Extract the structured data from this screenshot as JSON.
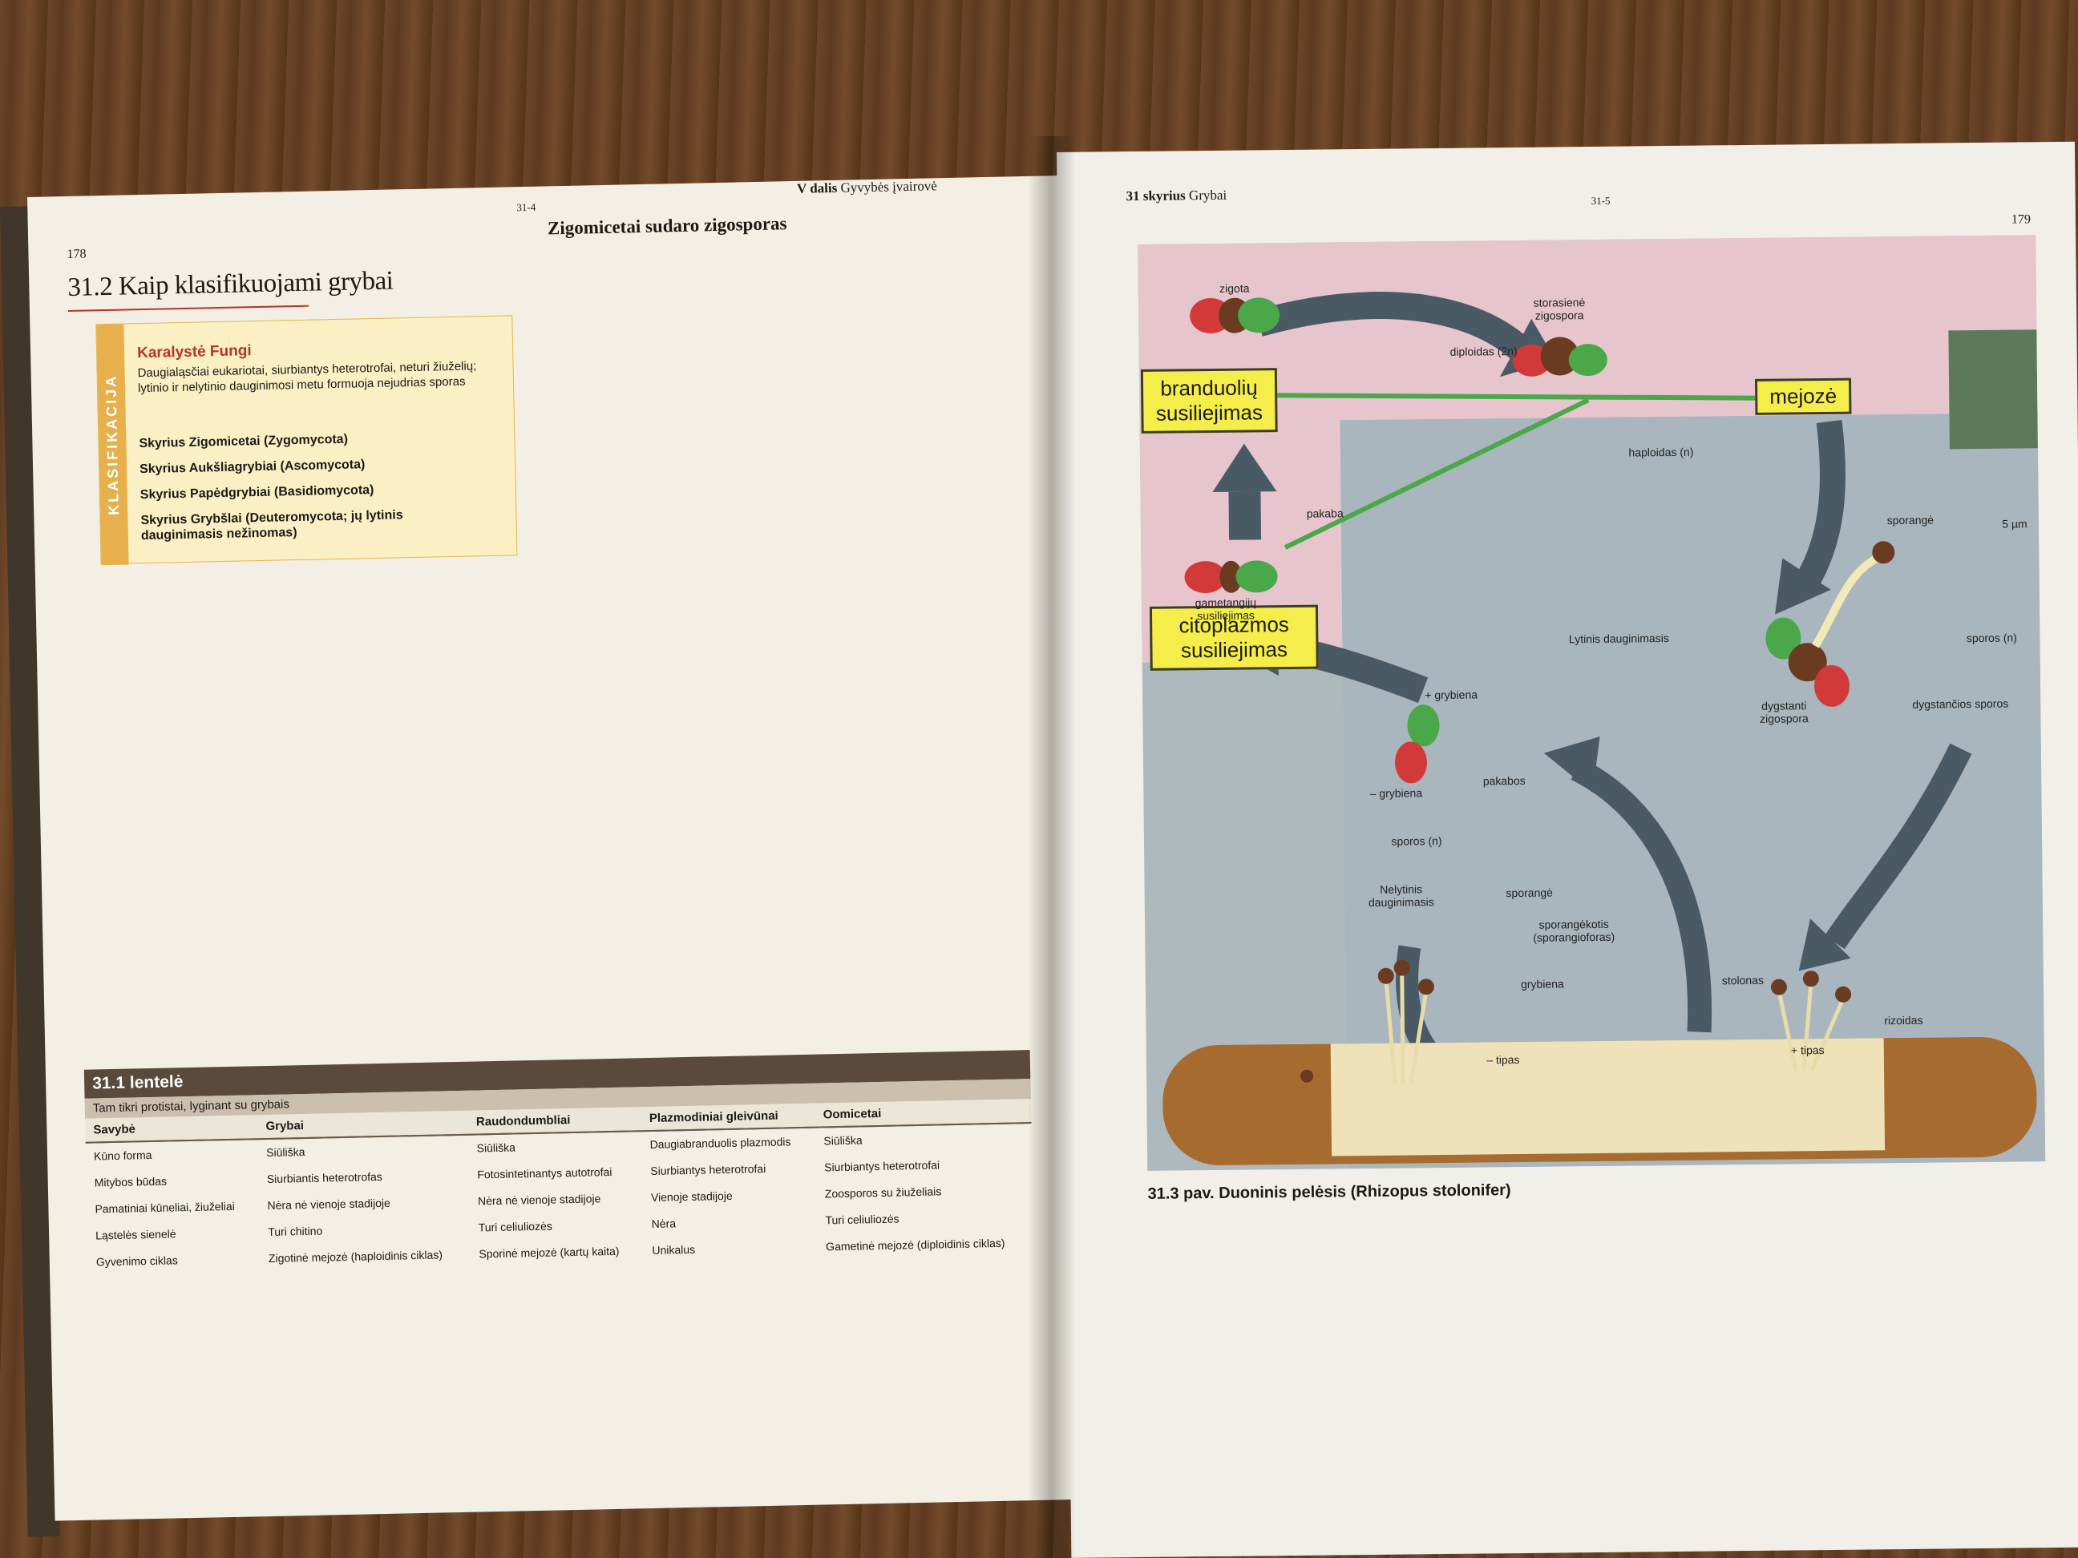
{
  "left_page": {
    "page_number": "178",
    "code": "31-4",
    "running_head": {
      "part": "V dalis",
      "title": "Gyvybės įvairovė"
    },
    "section_title": "31.2 Kaip klasifikuojami grybai",
    "classification": {
      "label": "KLASIFIKACIJA",
      "kingdom": "Karalystė Fungi",
      "description": "Daugialąsčiai eukariotai, siurbiantys heterotrofai, neturi žiuželių; lytinio ir nelytinio dauginimosi metu formuoja nejudrias sporas",
      "items": [
        "Skyrius Zigomicetai (Zygomycota)",
        "Skyrius Aukšliagrybiai (Ascomycota)",
        "Skyrius Papėdgrybiai (Basidiomycota)",
        "Skyrius Grybšlai (Deuteromycota; jų lytinis dauginimasis nežinomas)"
      ]
    },
    "col1_paragraphs": [
      "",
      ""
    ],
    "col2": {
      "heading": "Zigomicetai sudaro zigosporas",
      "paragraphs": [
        "",
        ""
      ]
    },
    "table": {
      "title": "31.1 lentelė",
      "subtitle": "Tam tikri protistai, lyginant su grybais",
      "headers": [
        "Savybė",
        "Grybai",
        "Raudondumbliai",
        "Plazmodiniai gleivūnai",
        "Oomicetai"
      ],
      "rows": [
        [
          "Kūno forma",
          "Siūliška",
          "Siūliška",
          "Daugiabranduolis plazmodis",
          "Siūliška"
        ],
        [
          "Mitybos būdas",
          "Siurbiantis heterotrofas",
          "Fotosintetinantys autotrofai",
          "Siurbiantys heterotrofai",
          "Siurbiantys heterotrofai"
        ],
        [
          "Pamatiniai kūneliai, žiuželiai",
          "Nėra nė vienoje stadijoje",
          "Nėra nė vienoje stadijoje",
          "Vienoje stadijoje",
          "Zoosporos su žiuželiais"
        ],
        [
          "Ląstelės sienelė",
          "Turi chitino",
          "Turi celiuliozės",
          "Nėra",
          "Turi celiuliozės"
        ],
        [
          "Gyvenimo ciklas",
          "Zigotinė mejozė (haploidinis ciklas)",
          "Sporinė mejozė (kartų kaita)",
          "Unikalus",
          "Gametinė mejozė (diploidinis ciklas)"
        ]
      ]
    }
  },
  "right_page": {
    "page_number": "179",
    "code": "31-5",
    "running_head": {
      "chapter": "31 skyrius",
      "title": "Grybai"
    },
    "figure": {
      "boxes": {
        "nuclear_fusion": "branduolių susiliejimas",
        "meiosis": "mejozė",
        "cytoplasm_fusion": "citoplazmos susiliejimas"
      },
      "labels": {
        "zygote": "zigota",
        "thick_zygospore": "storasienė zigospora",
        "diploid": "diploidas (2n)",
        "haploid": "haploidas (n)",
        "suspensor": "pakaba",
        "gametangia_fusion": "gametangijų susiliejimas",
        "sexual": "Lytinis dauginimasis",
        "sporangium_top": "sporangė",
        "scale": "5 µm",
        "spores_right": "sporos (n)",
        "germinating_zygospore": "dygstanti zigospora",
        "germinating_spores": "dygstančios sporos",
        "plus_hypha": "+ grybiena",
        "minus_hypha": "– grybiena",
        "suspensors": "pakabos",
        "spores_left": "sporos (n)",
        "asexual": "Nelytinis dauginimasis",
        "sporangium": "sporangė",
        "sporangiophore": "sporangėkotis (sporangioforas)",
        "mycelium": "grybiena",
        "stolon": "stolonas",
        "rhizoid": "rizoidas",
        "minus_type": "– tipas",
        "plus_type": "+ tipas"
      },
      "colors": {
        "diploid_band": "#e7c5cd",
        "haploid_band": "#a9b6bd",
        "box_yellow": "#f4ed4a",
        "arrow": "#4a5a64",
        "green": "#4aa84a",
        "red": "#d23a3a",
        "brown": "#6a3b20"
      }
    },
    "caption": {
      "title": "31.3 pav. Duoninis pelėsis (Rhizopus stolonifer)",
      "body": ""
    }
  }
}
